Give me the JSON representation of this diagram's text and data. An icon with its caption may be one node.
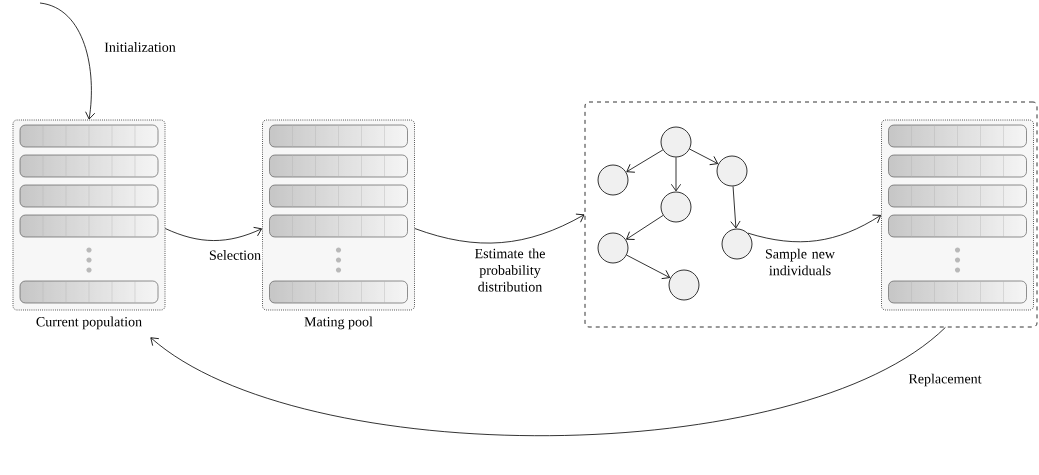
{
  "diagram": {
    "nodes": [
      {
        "text": [],
        "shape": "box",
        "beside": [
          "Current population"
        ]
      },
      {
        "text": [],
        "shape": "box",
        "beside": [
          "Mating pool"
        ]
      },
      {
        "text": [],
        "shape": "box"
      },
      {
        "text": [],
        "shape": "circle",
        "in": 2
      },
      {
        "text": [],
        "shape": "circle",
        "in": 2
      },
      {
        "text": [],
        "shape": "circle",
        "in": 2
      },
      {
        "text": [],
        "shape": "circle",
        "in": 2
      },
      {
        "text": [],
        "shape": "circle",
        "in": 2
      },
      {
        "text": [],
        "shape": "circle",
        "in": 2
      },
      {
        "text": [],
        "shape": "circle",
        "in": 2
      },
      {
        "text": [],
        "shape": "box",
        "in": 2
      }
    ],
    "edges": [
      {
        "from": null,
        "to": 0,
        "arrow": "to",
        "label": "Initialization"
      },
      {
        "from": 0,
        "to": 1,
        "arrow": "to",
        "label": "Selection"
      },
      {
        "from": 1,
        "to": 2,
        "arrow": "to",
        "label": "Estimate the probability distribution"
      },
      {
        "from": 3,
        "to": 5,
        "arrow": "to"
      },
      {
        "from": 3,
        "to": 6,
        "arrow": "to"
      },
      {
        "from": 3,
        "to": 4,
        "arrow": "to"
      },
      {
        "from": 4,
        "to": 7,
        "arrow": "to"
      },
      {
        "from": 6,
        "to": 8,
        "arrow": "to"
      },
      {
        "from": 8,
        "to": 9,
        "arrow": "to"
      },
      {
        "from": 7,
        "to": 10,
        "arrow": "to",
        "label": "Sample new individuals"
      },
      {
        "from": 2,
        "to": 0,
        "arrow": "to",
        "label": "Replacement"
      }
    ]
  }
}
